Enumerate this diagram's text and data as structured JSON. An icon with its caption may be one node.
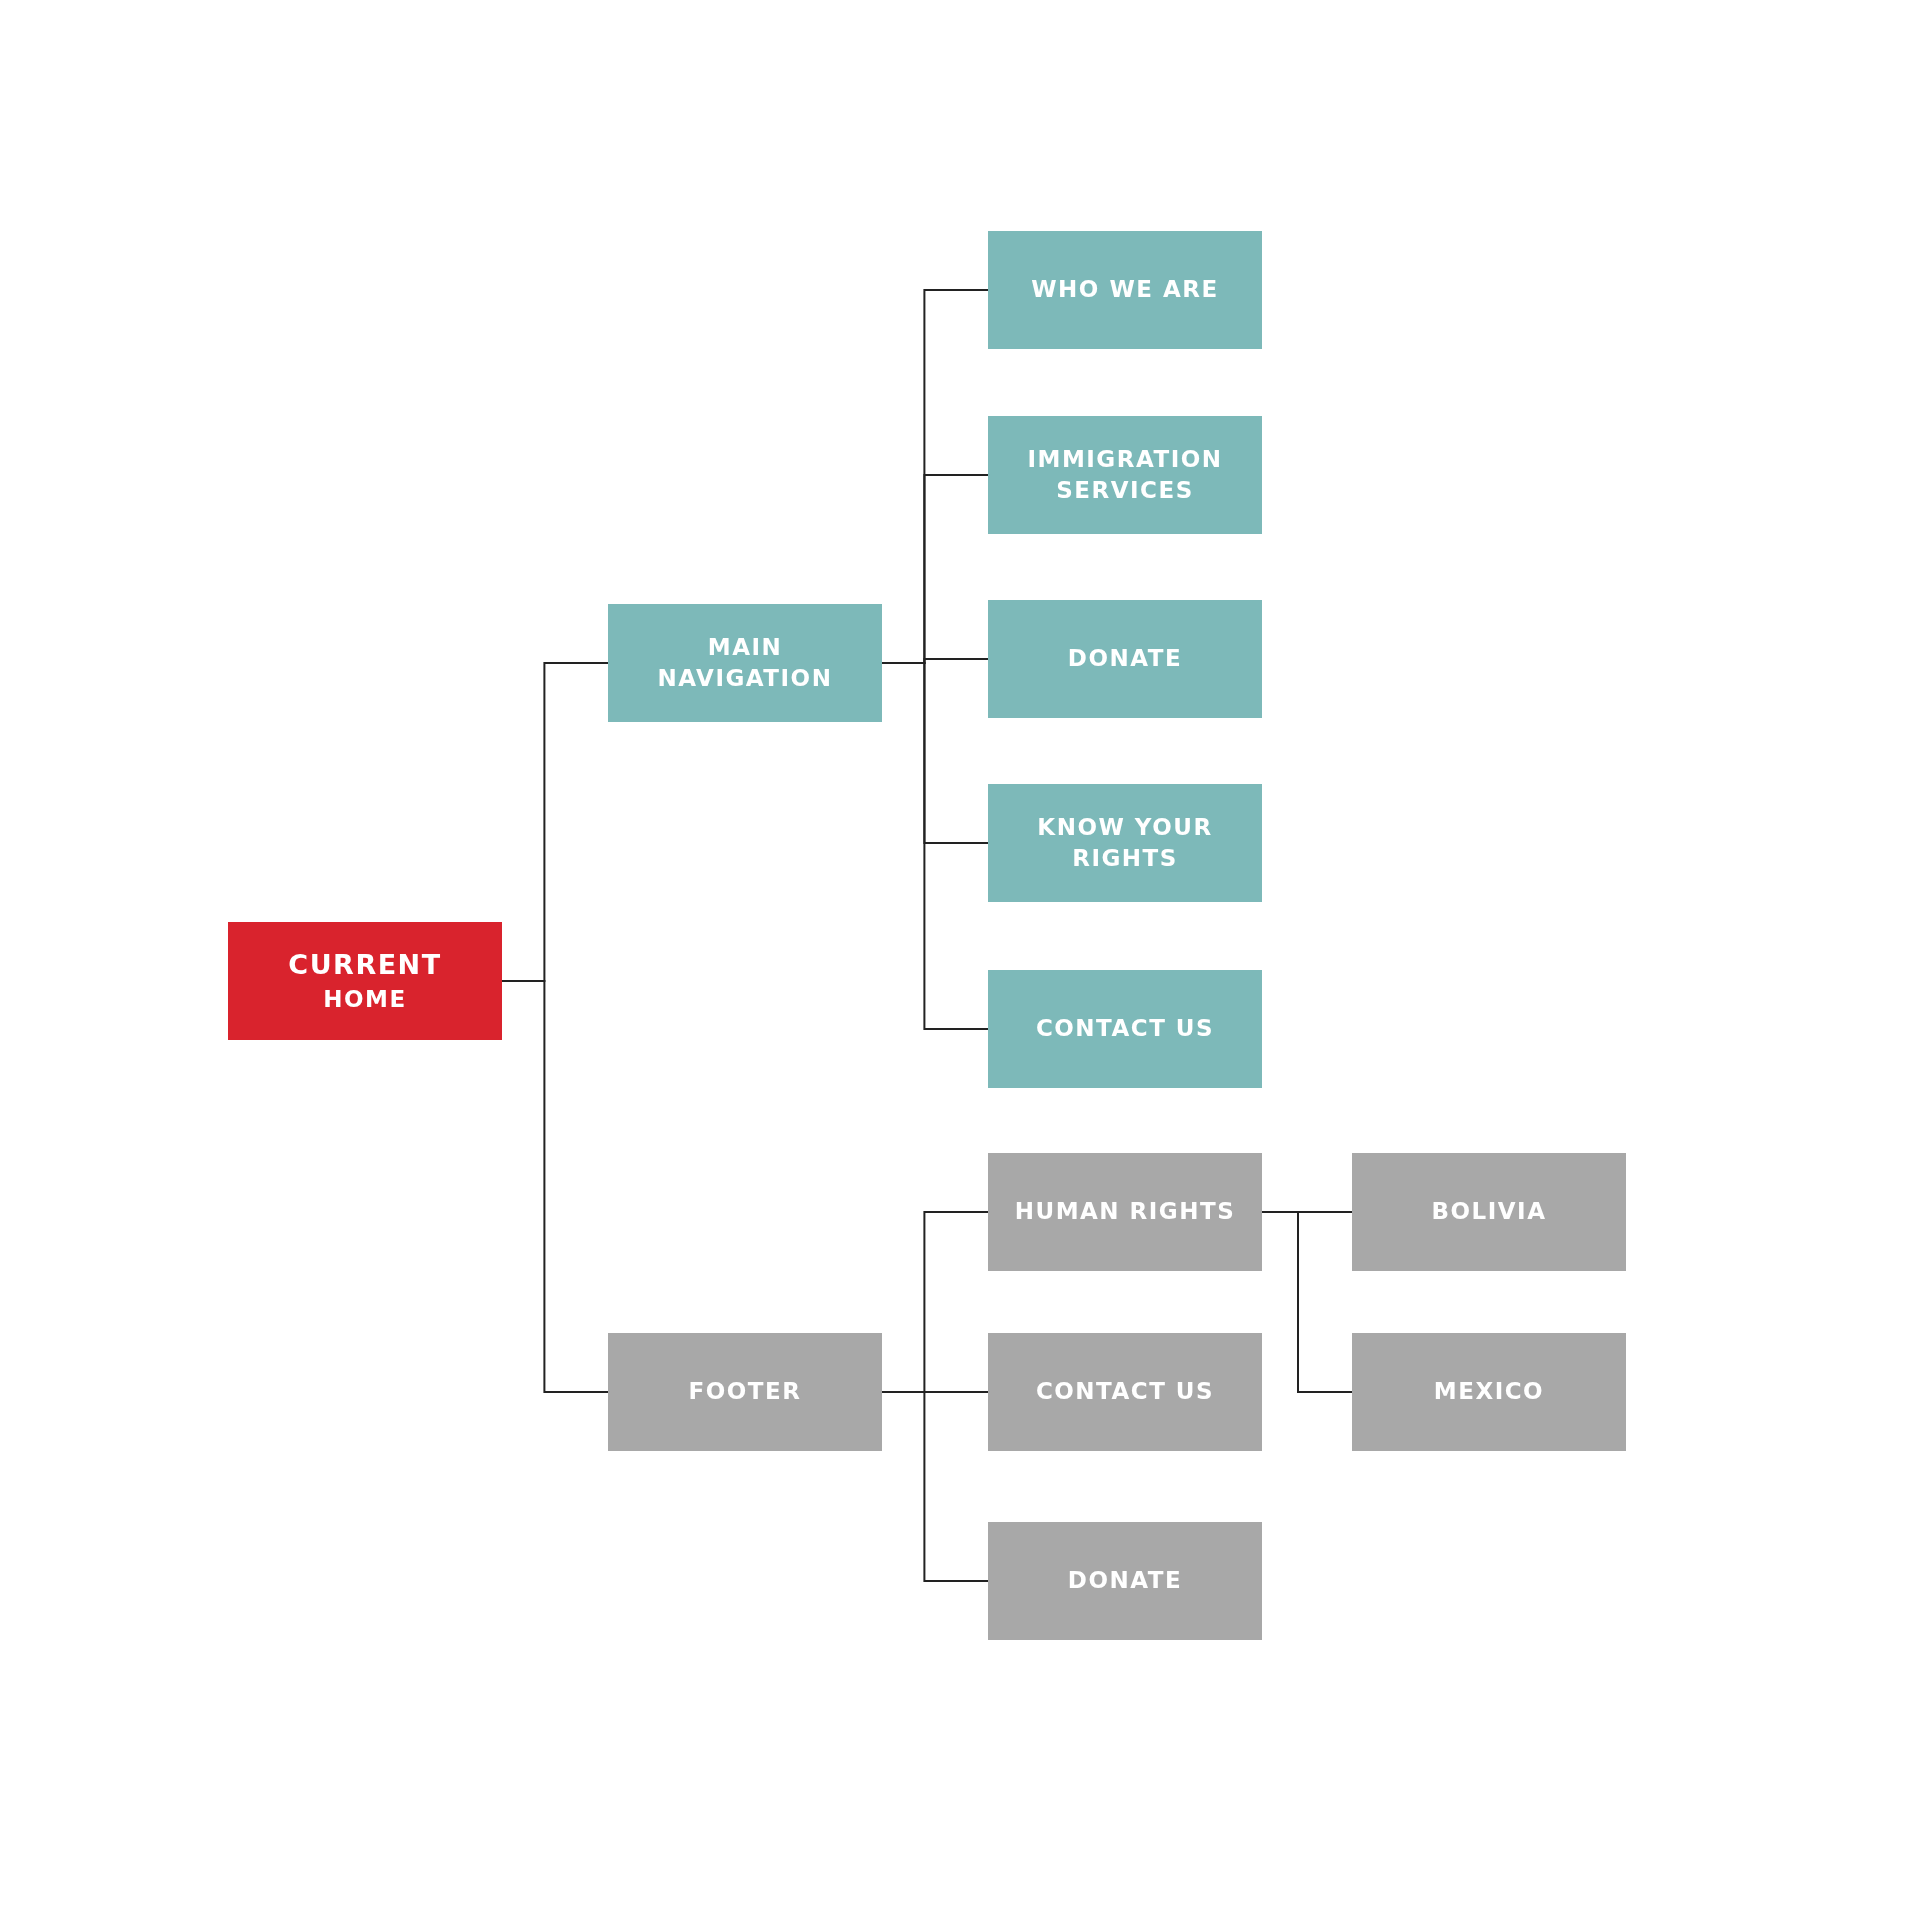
{
  "diagram": {
    "nodes": [
      {
        "text": [
          "CURRENT",
          "HOME"
        ]
      },
      {
        "text": [
          "MAIN NAVIGATION"
        ]
      },
      {
        "text": [
          "WHO WE ARE"
        ]
      },
      {
        "text": [
          "IMMIGRATION SERVICES"
        ]
      },
      {
        "text": [
          "DONATE"
        ]
      },
      {
        "text": [
          "KNOW YOUR RIGHTS"
        ]
      },
      {
        "text": [
          "CONTACT US"
        ]
      },
      {
        "text": [
          "FOOTER"
        ]
      },
      {
        "text": [
          "HUMAN RIGHTS"
        ]
      },
      {
        "text": [
          "CONTACT US"
        ]
      },
      {
        "text": [
          "DONATE"
        ]
      },
      {
        "text": [
          "BOLIVIA"
        ]
      },
      {
        "text": [
          "MEXICO"
        ]
      }
    ],
    "edges": [
      {
        "from": 0,
        "to": 1,
        "arrow": "none"
      },
      {
        "from": 0,
        "to": 7,
        "arrow": "none"
      },
      {
        "from": 1,
        "to": 2,
        "arrow": "none"
      },
      {
        "from": 1,
        "to": 3,
        "arrow": "none"
      },
      {
        "from": 1,
        "to": 4,
        "arrow": "none"
      },
      {
        "from": 1,
        "to": 5,
        "arrow": "none"
      },
      {
        "from": 1,
        "to": 6,
        "arrow": "none"
      },
      {
        "from": 7,
        "to": 8,
        "arrow": "none"
      },
      {
        "from": 7,
        "to": 9,
        "arrow": "none"
      },
      {
        "from": 7,
        "to": 10,
        "arrow": "none"
      },
      {
        "from": 8,
        "to": 11,
        "arrow": "none"
      },
      {
        "from": 8,
        "to": 12,
        "arrow": "none"
      }
    ]
  }
}
